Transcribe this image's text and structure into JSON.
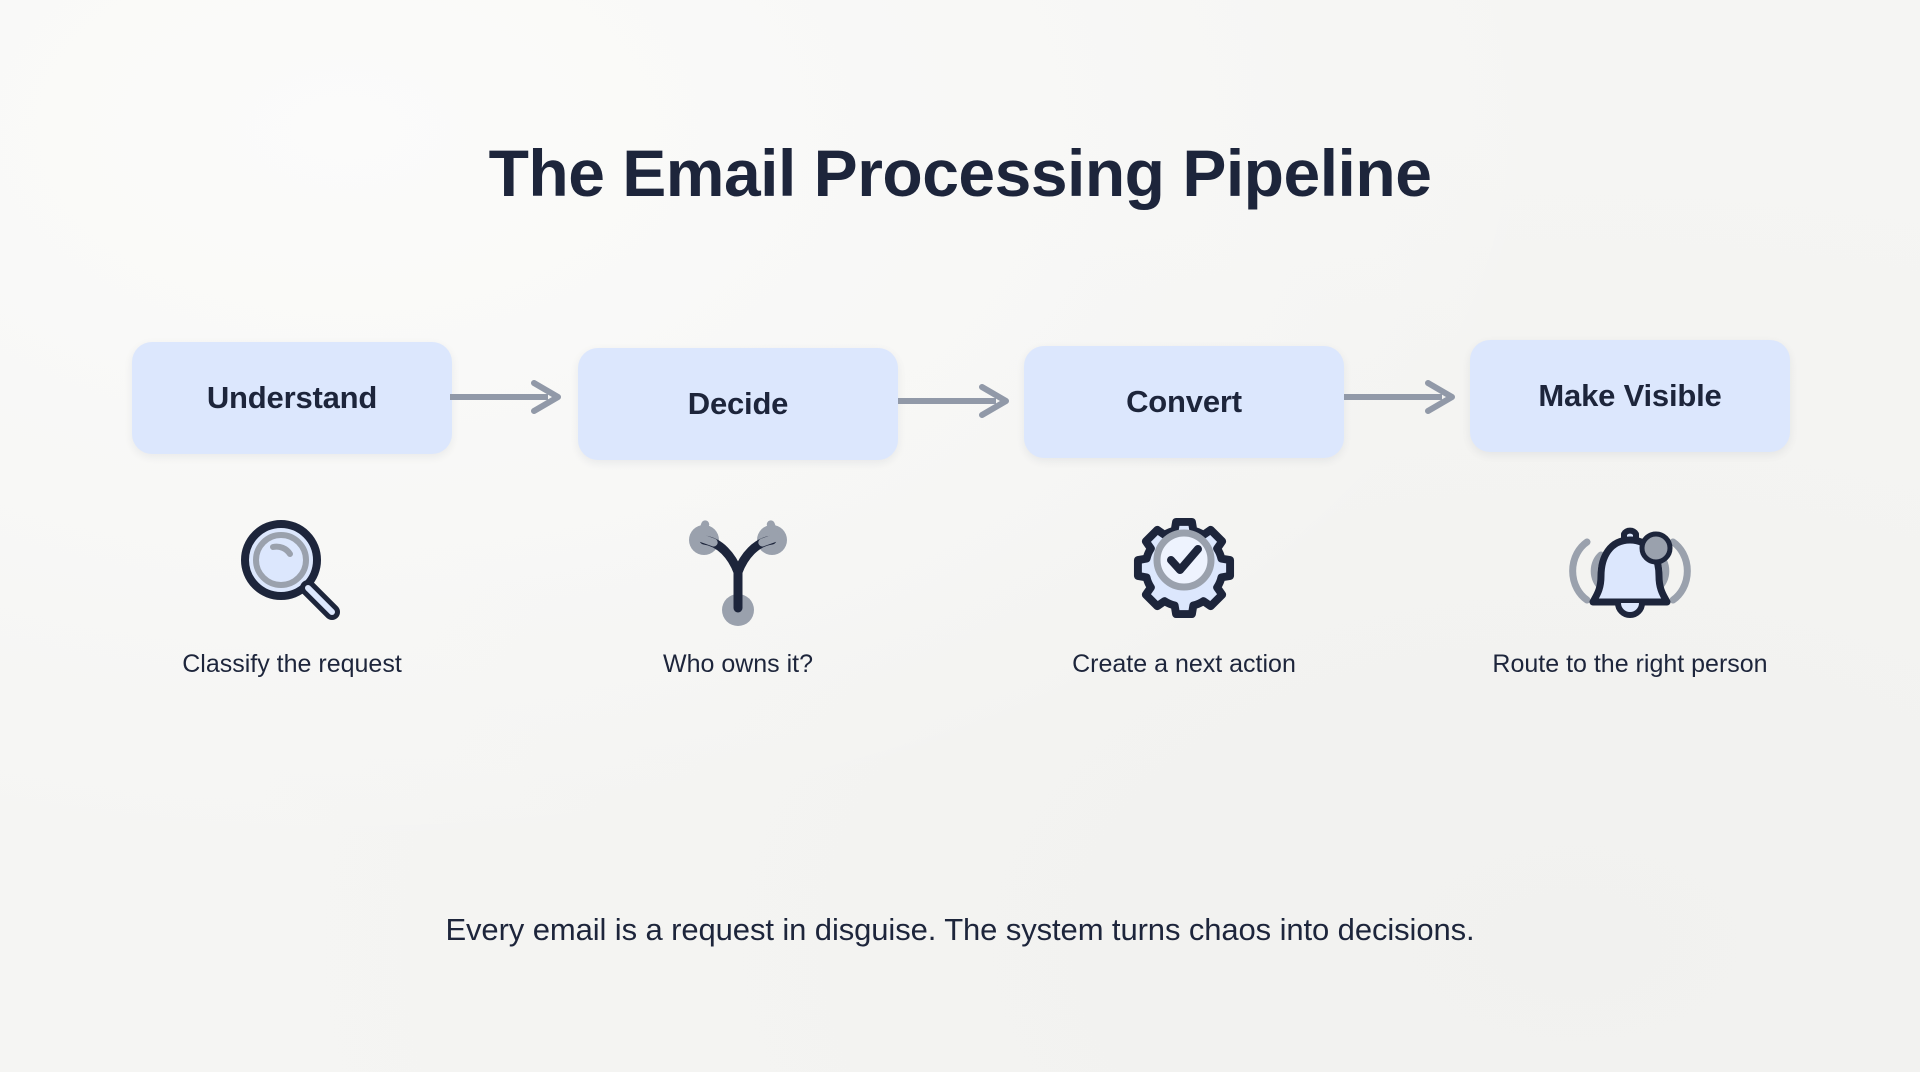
{
  "page": {
    "title": "The Email Processing Pipeline",
    "footer_note": "Every email is a request in disguise. The system turns chaos into decisions.",
    "background_color": "#f5f5f3",
    "text_color": "#1d253b",
    "box_fill_color": "#dce7fd",
    "arrow_color": "#9199a8",
    "icon_accent_color": "#9aa1ad"
  },
  "pipeline": {
    "stages": [
      {
        "label": "Understand",
        "caption": "Classify the request",
        "icon": "magnifier-icon"
      },
      {
        "label": "Decide",
        "caption": "Who owns it?",
        "icon": "branch-fork-icon"
      },
      {
        "label": "Convert",
        "caption": "Create a next action",
        "icon": "gear-check-icon"
      },
      {
        "label": "Make Visible",
        "caption": "Route to the right person",
        "icon": "bell-notification-icon"
      }
    ],
    "connectors": [
      {
        "name": "arrow-understand-to-decide"
      },
      {
        "name": "arrow-decide-to-convert"
      },
      {
        "name": "arrow-convert-to-make-visible"
      }
    ]
  }
}
